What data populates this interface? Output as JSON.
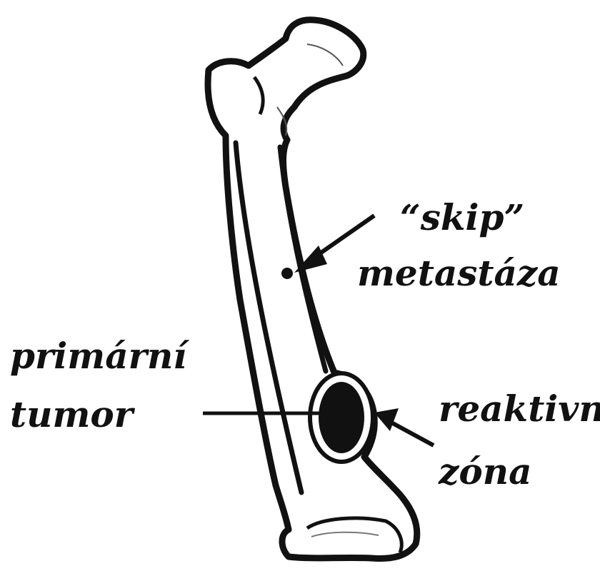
{
  "labels": {
    "skip_line1": "“skip”",
    "skip_line2": "metastáza",
    "primary_line1": "primární",
    "primary_line2": "tumor",
    "reactive_line1": "reaktivní",
    "reactive_line2": "zóna"
  },
  "colors": {
    "ink": "#111111",
    "background": "#ffffff"
  }
}
